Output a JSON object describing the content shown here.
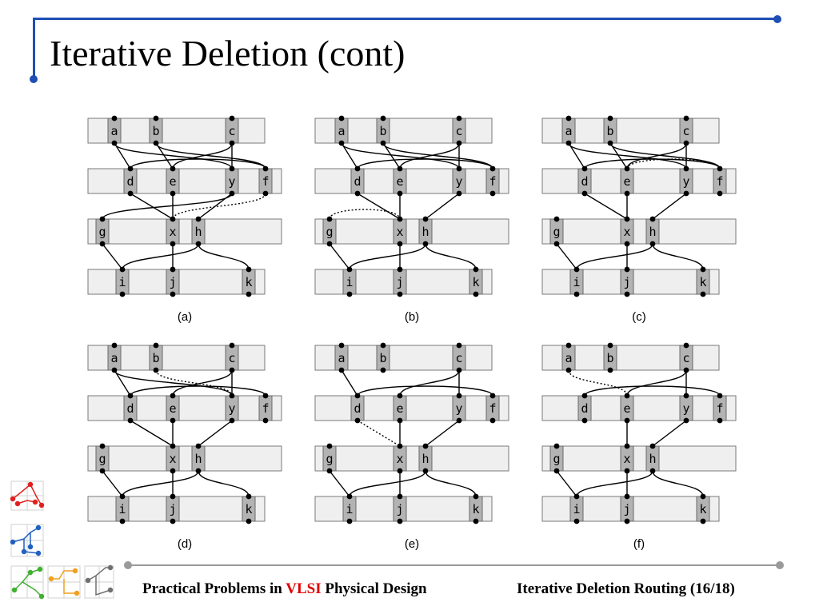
{
  "slide": {
    "title": "Iterative Deletion (cont)"
  },
  "footer": {
    "course_prefix": "Practical Problems in ",
    "course_highlight": "VLSI",
    "course_suffix": " Physical Design",
    "topic": "Iterative Deletion Routing (16/18)"
  },
  "colors": {
    "accent": "#1f4fb4",
    "highlight": "#e00000",
    "row_fill": "#efefef",
    "pin_fill": "#b3b3b3"
  },
  "diagram": {
    "rows": [
      [
        "a",
        "b",
        "c"
      ],
      [
        "d",
        "e",
        "y",
        "f"
      ],
      [
        "g",
        "x",
        "h"
      ],
      [
        "i",
        "j",
        "k"
      ]
    ],
    "panels": [
      {
        "label": "(a)",
        "solid": [
          [
            "a",
            "d"
          ],
          [
            "a",
            "y"
          ],
          [
            "b",
            "e"
          ],
          [
            "b",
            "f"
          ],
          [
            "c",
            "y"
          ],
          [
            "c",
            "e"
          ],
          [
            "d",
            "f"
          ],
          [
            "d",
            "x"
          ],
          [
            "e",
            "x"
          ],
          [
            "y",
            "h"
          ],
          [
            "g",
            "y"
          ],
          [
            "x",
            "j"
          ],
          [
            "g",
            "i"
          ],
          [
            "i",
            "h"
          ],
          [
            "h",
            "k"
          ]
        ],
        "dotted": [
          [
            "x",
            "f"
          ]
        ]
      },
      {
        "label": "(b)",
        "solid": [
          [
            "a",
            "d"
          ],
          [
            "a",
            "y"
          ],
          [
            "b",
            "e"
          ],
          [
            "b",
            "f"
          ],
          [
            "c",
            "y"
          ],
          [
            "c",
            "e"
          ],
          [
            "d",
            "f"
          ],
          [
            "d",
            "x"
          ],
          [
            "e",
            "x"
          ],
          [
            "y",
            "h"
          ],
          [
            "x",
            "j"
          ],
          [
            "g",
            "i"
          ],
          [
            "i",
            "h"
          ],
          [
            "h",
            "k"
          ]
        ],
        "dotted": [
          [
            "g",
            "x"
          ]
        ]
      },
      {
        "label": "(c)",
        "solid": [
          [
            "a",
            "d"
          ],
          [
            "a",
            "y"
          ],
          [
            "b",
            "e"
          ],
          [
            "b",
            "f"
          ],
          [
            "c",
            "y"
          ],
          [
            "c",
            "e"
          ],
          [
            "d",
            "f"
          ],
          [
            "d",
            "x"
          ],
          [
            "e",
            "x"
          ],
          [
            "y",
            "h"
          ],
          [
            "x",
            "j"
          ],
          [
            "g",
            "i"
          ],
          [
            "i",
            "h"
          ],
          [
            "h",
            "k"
          ]
        ],
        "dotted": [
          [
            "e",
            "f"
          ]
        ]
      },
      {
        "label": "(d)",
        "solid": [
          [
            "a",
            "d"
          ],
          [
            "a",
            "y"
          ],
          [
            "c",
            "y"
          ],
          [
            "c",
            "e"
          ],
          [
            "d",
            "f"
          ],
          [
            "d",
            "x"
          ],
          [
            "e",
            "x"
          ],
          [
            "y",
            "h"
          ],
          [
            "x",
            "j"
          ],
          [
            "g",
            "i"
          ],
          [
            "i",
            "h"
          ],
          [
            "h",
            "k"
          ]
        ],
        "dotted": [
          [
            "b",
            "y"
          ]
        ]
      },
      {
        "label": "(e)",
        "solid": [
          [
            "a",
            "d"
          ],
          [
            "c",
            "y"
          ],
          [
            "c",
            "e"
          ],
          [
            "d",
            "f"
          ],
          [
            "e",
            "x"
          ],
          [
            "y",
            "h"
          ],
          [
            "x",
            "j"
          ],
          [
            "g",
            "i"
          ],
          [
            "i",
            "h"
          ],
          [
            "h",
            "k"
          ]
        ],
        "dotted": [
          [
            "d",
            "x"
          ]
        ]
      },
      {
        "label": "(f)",
        "solid": [
          [
            "c",
            "y"
          ],
          [
            "c",
            "e"
          ],
          [
            "d",
            "f"
          ],
          [
            "e",
            "x"
          ],
          [
            "y",
            "h"
          ],
          [
            "x",
            "j"
          ],
          [
            "g",
            "i"
          ],
          [
            "i",
            "h"
          ],
          [
            "h",
            "k"
          ]
        ],
        "dotted": [
          [
            "a",
            "e"
          ]
        ]
      }
    ]
  }
}
